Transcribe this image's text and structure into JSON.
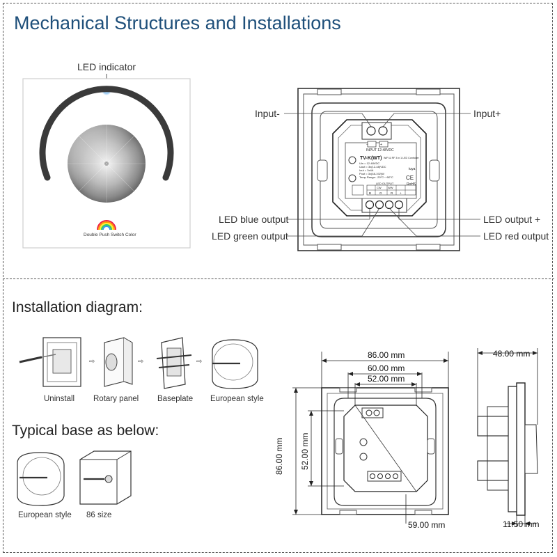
{
  "title": "Mechanical Structures and Installations",
  "front_panel": {
    "led_indicator_label": "LED indicator",
    "panel_caption": "Double Push Switch Color"
  },
  "back_panel": {
    "labels": {
      "input_minus": "Input-",
      "input_plus": "Input+",
      "led_blue_output": "LED blue output",
      "led_green_output": "LED green output",
      "led_output_plus": "LED output +",
      "led_red_output": "LED red output"
    },
    "controller_label": {
      "input_header": "INPUT 12-48VDC",
      "model": "TV-K(WT)",
      "model_sub": "WiFi & RF 3 in 1 LED Controller",
      "specs": [
        "Uin = 12-48VDC",
        "Uout = 3x(12-48)VDC",
        "Iout = 3x4A",
        "Pout = 3x(48-192)W",
        "Temp Range: -20°C~+50°C"
      ],
      "terminal_minus": "−",
      "terminal_plus": "+",
      "output_header": "LED OUTPUT",
      "output_terminals": [
        "B",
        "G",
        "R",
        "+"
      ],
      "cw_ww": [
        "CW",
        "WW"
      ],
      "tuya": "tuya",
      "ce": "CE",
      "rohs": "RoHS"
    }
  },
  "installation": {
    "heading": "Installation diagram:",
    "steps": [
      "Uninstall",
      "Rotary panel",
      "Baseplate",
      "European style"
    ]
  },
  "typical_base": {
    "heading": "Typical base as below:",
    "items": [
      "European style",
      "86 size"
    ]
  },
  "dimensions": {
    "width_outer": "86.00 mm",
    "width_mid": "60.00 mm",
    "width_inner": "52.00 mm",
    "height_outer": "86.00 mm",
    "height_inner": "52.00 mm",
    "bottom": "59.00 mm",
    "depth": "48.00 mm",
    "thickness": "11.50 mm"
  }
}
